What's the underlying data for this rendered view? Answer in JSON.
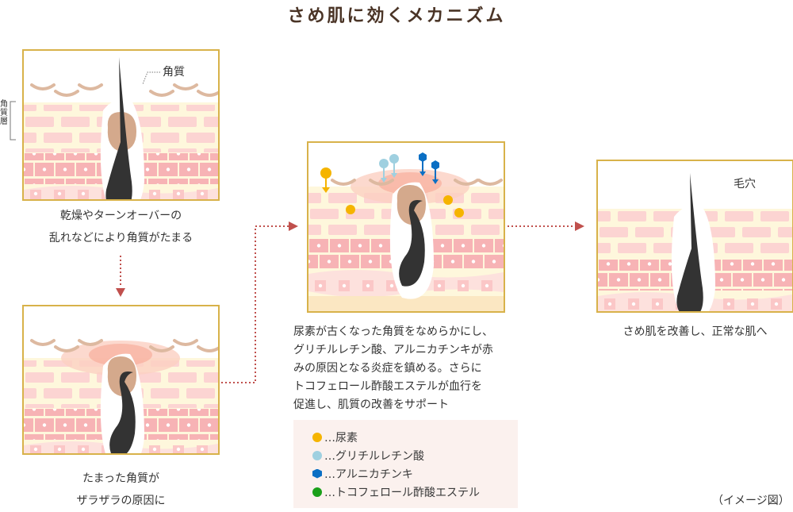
{
  "title": "さめ肌に効くメカニズム",
  "panel1": {
    "label": "角質",
    "side_label": "角質層",
    "caption": [
      "乾燥やターンオーバーの",
      "乱れなどにより角質がたまる"
    ]
  },
  "panel2": {
    "caption": [
      "たまった角質が",
      "ザラザラの原因に"
    ]
  },
  "panel3": {
    "caption": [
      "尿素が古くなった角質をなめらかにし、",
      "グリチルレチン酸、アルニカチンキが赤",
      "みの原因となる炎症を鎮める。さらに",
      "トコフェロール酢酸エステルが血行を",
      "促進し、肌質の改善をサポート"
    ]
  },
  "legend": [
    {
      "label": "…尿素",
      "color": "#f5b400",
      "shape": "circle"
    },
    {
      "label": "…グリチルレチン酸",
      "color": "#9fd0e0",
      "shape": "circle"
    },
    {
      "label": "…アルニカチンキ",
      "color": "#0a6fc4",
      "shape": "hexagon"
    },
    {
      "label": "…トコフェロール酢酸エステル",
      "color": "#1aa01a",
      "shape": "circle"
    }
  ],
  "panel4": {
    "label": "毛穴",
    "caption": "さめ肌を改善し、正常な肌へ"
  },
  "note": "（イメージ図）",
  "colors": {
    "frame": "#d8b24a",
    "arrow": "#c0504d",
    "title": "#4a3426"
  }
}
